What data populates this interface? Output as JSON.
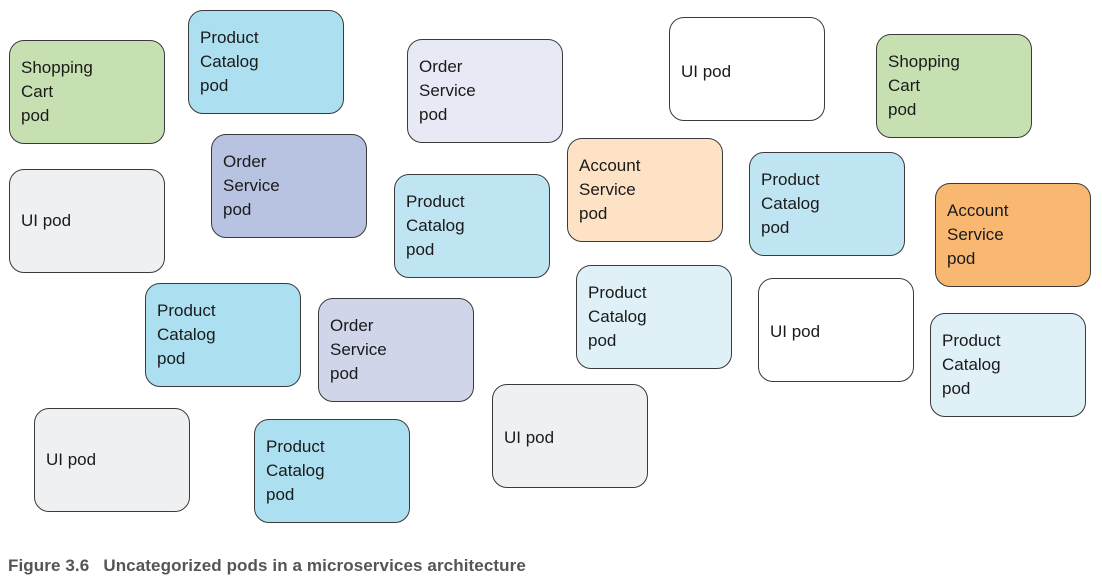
{
  "colors": {
    "shopping_cart": "#c7e0b2",
    "product_catalog_dark": "#acdff0",
    "product_catalog_mid": "#bfe5f3",
    "product_catalog_light": "#dff1f7",
    "order_service_dark": "#b8c3e2",
    "order_service_mid": "#d0d5ea",
    "order_service_light": "#e7eaf5",
    "account_service_light": "#fde2c6",
    "account_service_dark": "#f9b872",
    "ui_grey": "#eff0f2",
    "ui_white": "#ffffff"
  },
  "pods": [
    {
      "label": "Shopping\nCart\npod",
      "color": "#c7e0b2"
    },
    {
      "label": "Product\nCatalog\npod",
      "color": "#acdff0"
    },
    {
      "label": "Order\nService\npod",
      "color": "#e7eaf5"
    },
    {
      "label": "UI pod",
      "color": "#ffffff"
    },
    {
      "label": "Shopping\nCart\npod",
      "color": "#c7e0b2"
    },
    {
      "label": "UI pod",
      "color": "#eff0f2"
    },
    {
      "label": "Order\nService\npod",
      "color": "#b8c3e2"
    },
    {
      "label": "Product\nCatalog\npod",
      "color": "#bfe5f3"
    },
    {
      "label": "Account\nService\npod",
      "color": "#fde2c6"
    },
    {
      "label": "Product\nCatalog\npod",
      "color": "#bfe5f3"
    },
    {
      "label": "Account\nService\npod",
      "color": "#f9b872"
    },
    {
      "label": "Product\nCatalog\npod",
      "color": "#acdff0"
    },
    {
      "label": "Order\nService\npod",
      "color": "#d0d5ea"
    },
    {
      "label": "Product\nCatalog\npod",
      "color": "#dff1f7"
    },
    {
      "label": "UI pod",
      "color": "#ffffff"
    },
    {
      "label": "Product\nCatalog\npod",
      "color": "#dff1f7"
    },
    {
      "label": "UI pod",
      "color": "#eff0f2"
    },
    {
      "label": "Product\nCatalog\npod",
      "color": "#acdff0"
    },
    {
      "label": "UI pod",
      "color": "#eff0f2"
    }
  ],
  "caption": {
    "number": "Figure 3.6",
    "text": "Uncategorized pods in a microservices architecture"
  }
}
